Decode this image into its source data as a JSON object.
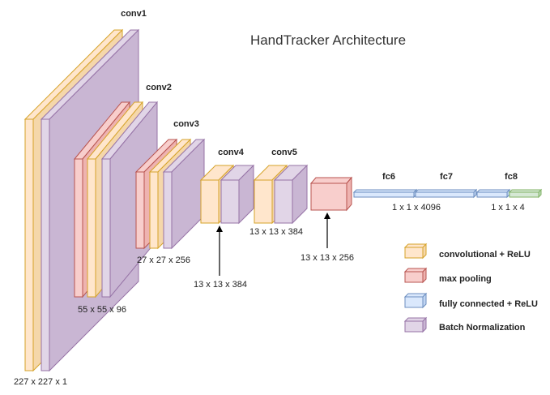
{
  "title": "HandTracker Architecture",
  "colors": {
    "conv": {
      "front": "#ffe6cc",
      "side": "#f5d7aa",
      "stroke": "#d6a32a"
    },
    "pool": {
      "front": "#f8cecc",
      "side": "#eeb3b0",
      "stroke": "#b85450"
    },
    "fc": {
      "front": "#dae8fc",
      "side": "#bfd4f2",
      "stroke": "#6c8ebf"
    },
    "fc_out": {
      "front": "#d5e8d4",
      "side": "#b9d8b6",
      "stroke": "#82b366"
    },
    "bn": {
      "front": "#e1d5e7",
      "side": "#c9b6d3",
      "stroke": "#9673a6"
    },
    "arrow": "#000000"
  },
  "layer_labels": {
    "conv1": "conv1",
    "conv2": "conv2",
    "conv3": "conv3",
    "conv4": "conv4",
    "conv5": "conv5",
    "fc6": "fc6",
    "fc7": "fc7",
    "fc8": "fc8"
  },
  "dimension_labels": {
    "input": "227 x 227 x 1",
    "conv2": "55 x 55 x 96",
    "conv3": "27 x 27 x 256",
    "conv4": "13 x 13 x 384",
    "conv5": "13 x 13 x 384",
    "pool5": "13 x 13 x 256",
    "fc7": "1 x 1 x 4096",
    "fc8": "1 x 1 x 4"
  },
  "legend": [
    {
      "kind": "conv",
      "label": "convolutional + ReLU"
    },
    {
      "kind": "pool",
      "label": "max pooling"
    },
    {
      "kind": "fc",
      "label": "fully connected + ReLU"
    },
    {
      "kind": "bn",
      "label": "Batch Normalization"
    }
  ]
}
